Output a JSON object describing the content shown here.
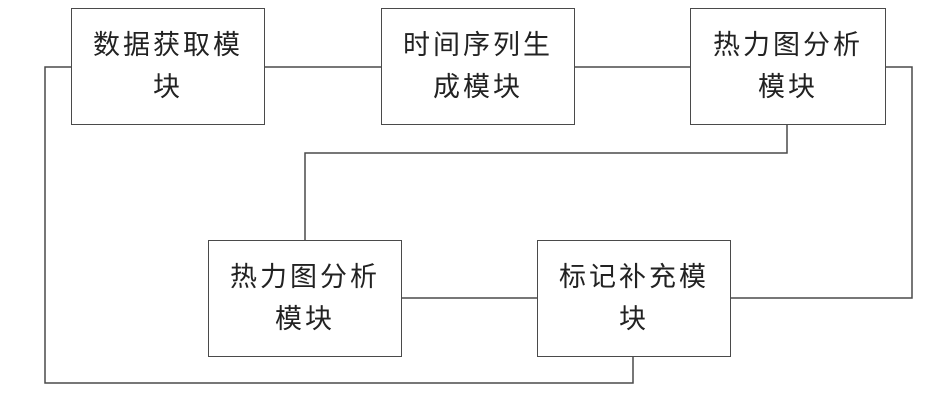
{
  "diagram": {
    "modules": {
      "data_acquisition": "数据获取模块",
      "timeseries_generation": "时间序列生成模块",
      "heatmap_analysis_top": "热力图分析模块",
      "heatmap_analysis_bottom": "热力图分析模块",
      "mark_supplement": "标记补充模块"
    },
    "line_color": "#4a4a4a",
    "box_border_color": "#4a4a4a",
    "text_color": "#222222"
  }
}
